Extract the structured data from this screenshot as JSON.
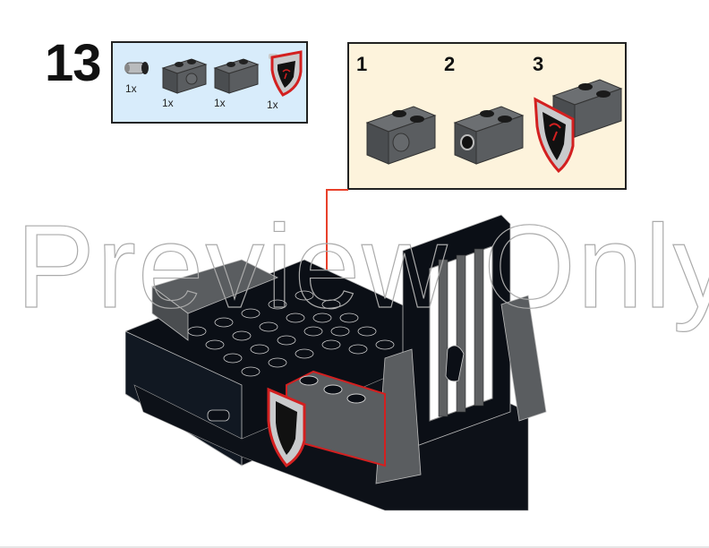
{
  "step": {
    "number": "13"
  },
  "parts_list": {
    "background": "#d8ecfb",
    "items": [
      {
        "name": "technic-pin-light-gray",
        "qty": "1x"
      },
      {
        "name": "technic-brick-1x2-with-hole-dark-gray",
        "qty": "1x"
      },
      {
        "name": "brick-1x2-dark-gray",
        "qty": "1x"
      },
      {
        "name": "shield-bat-pattern",
        "qty": "1x"
      }
    ]
  },
  "sub_assembly": {
    "background": "#fdf3dc",
    "steps": [
      {
        "label": "1"
      },
      {
        "label": "2"
      },
      {
        "label": "3"
      }
    ]
  },
  "callout_color": "#e8402a",
  "watermark": {
    "text": "Preview Only"
  },
  "colors": {
    "dark_gray": "#5a5d60",
    "black_part": "#0b0f16",
    "light_gray": "#a7a9ab",
    "shield_red": "#d32020"
  }
}
